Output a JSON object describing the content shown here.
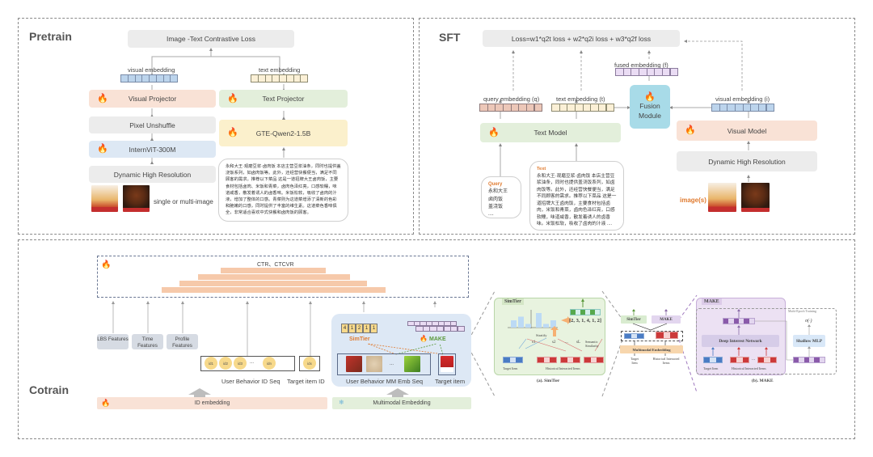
{
  "pretrain": {
    "title": "Pretrain",
    "loss": "Image -Text Contrastive Loss",
    "visual_embedding": "visual embedding",
    "text_embedding": "text embedding",
    "visual_projector": "Visual Projector",
    "text_projector": "Text Projector",
    "pixel_unshuffle": "Pixel Unshuffle",
    "text_model": "GTE-Qwen2-1.5B",
    "vision_model": "InternViT-300M",
    "dynamic_res": "Dynamic High Resolution",
    "image_caption": "single or multi-image",
    "sample_text": "永和大王·观磨豆浆·卤肉饭 本店主营豆浆油条，同时也提供盖浇饭系列，如卤肉饭等。此外，还经营快餐便当，满足不同顾客的需求。推荐以下菜品 这是一道招牌大王卤肉饭，主要食材包括卤肉、米饭和青菜，卤肉色泽红亮，口感软糯，味道咸香，散发着诱人的卤香味。米饭松软，吸收了卤肉的汁液，增加了整体的口感。青菜则为这道菜增添了清新的色彩和脆嫩的口感，同时提供了丰富的维生素。这道菜色香味俱全，非常适合喜欢中式快餐和卤肉饭的顾客。"
  },
  "sft": {
    "title": "SFT",
    "loss": "Loss=w1*q2t loss + w2*q2i loss + w3*q2f loss",
    "fused_embedding": "fused embedding (f)",
    "query_embedding": "query embedding (q)",
    "text_embedding": "text embedding (t)",
    "visual_embedding": "visual embedding (i)",
    "fusion_module": "Fusion Module",
    "text_model": "Text Model",
    "visual_model": "Visual Model",
    "dynamic_res": "Dynamic High Resolution",
    "images_label": "image(s)",
    "query_heading": "Query",
    "query_lines": [
      "永和大王",
      "卤肉饭",
      "盖浇饭",
      "...."
    ],
    "text_heading": "Text",
    "text_body": "永和大王·观磨豆浆·卤肉饭 本店主营豆浆油条，同时也提供盖浇饭系列，如卤肉饭等。此外，还经营快餐便当，满足不同顾客的需求。推荐以下菜品 这是一道招牌大王卤肉饭，主要食材包括卤肉，米饭和青菜，卤肉色泽红亮，口感软糯，味道咸香，散发着诱人的卤香味。米饭松软，吸收了卤肉的汁液 ...."
  },
  "cotrain": {
    "title": "Cotrain",
    "objective": "CTR、CTCVR",
    "features": [
      "LBS Features",
      "Time Features",
      "Profile Features"
    ],
    "id_seq": [
      "id1",
      "id2",
      "id3",
      "...",
      "idn"
    ],
    "target_id": "idx",
    "id_seq_label": "User Behavior ID Seq",
    "target_id_label": "Target item ID",
    "id_embedding": "ID embedding",
    "simtier_values": [
      "4",
      "1",
      "2",
      "1",
      "1"
    ],
    "simtier_label": "SimTier",
    "make_label": "MAKE",
    "mm_seq_label": "User Behavior MM Emb Seq",
    "target_item_label": "Target item",
    "mm_embedding": "Multimodal Embedding",
    "simtier_panel": {
      "title": "SimTier",
      "stratify": "Stratify",
      "vector": "[2, 3, 1, 4, 1, 2]",
      "semantic": "Semantic Similarity",
      "s_labels": [
        "s1",
        "s2",
        "...",
        "sL"
      ],
      "target_items": "Target Item",
      "historical_items": "Historical Interacted Items",
      "caption": "(a). SimTier",
      "hist_bars": [
        2,
        3,
        1,
        4,
        1,
        2
      ]
    },
    "middle_panel": {
      "simtier": "SimTier",
      "make": "MAKE",
      "mm_embedding": "Multimodal Embedding",
      "target": "Target Item",
      "historical": "Historical Interacted Items"
    },
    "make_panel": {
      "title": "MAKE",
      "multi_epoch": "Multi-Epoch Training",
      "din": "Deep Interest Network",
      "shallow_mlp": "Shallow MLP",
      "sigma": "σ(·)",
      "target_items": "Target Item",
      "historical_items": "Historical Interacted Items",
      "caption": "(b). MAKE"
    }
  }
}
